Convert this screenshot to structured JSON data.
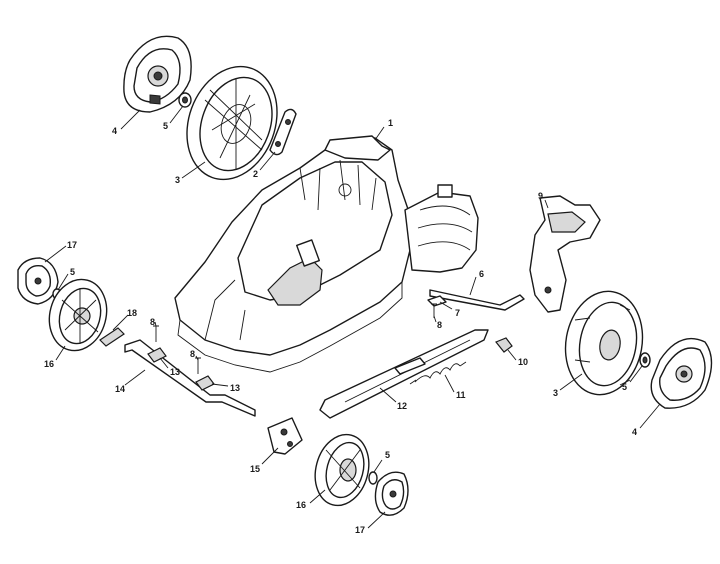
{
  "labels": {
    "l1": "1",
    "l2": "2",
    "l3a": "3",
    "l3b": "3",
    "l4a": "4",
    "l4b": "4",
    "l5a": "5",
    "l5b": "5",
    "l5c": "5",
    "l5d": "5",
    "l6": "6",
    "l7": "7",
    "l8a": "8",
    "l8b": "8",
    "l8c": "8",
    "l9": "9",
    "l10": "10",
    "l11": "11",
    "l12": "12",
    "l13a": "13",
    "l13b": "13",
    "l14": "14",
    "l15": "15",
    "l16a": "16",
    "l16b": "16",
    "l17a": "17",
    "l17b": "17",
    "l18": "18"
  },
  "colors": {
    "line": "#1a1a1a",
    "fill": "#ffffff",
    "shade": "#d9d9d9"
  }
}
